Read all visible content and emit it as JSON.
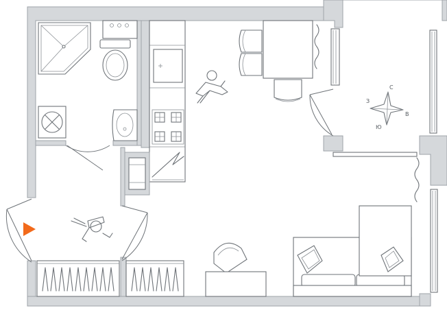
{
  "compass": {
    "north": "С",
    "east": "В",
    "south": "Ю",
    "west": "З"
  },
  "colors": {
    "wall_fill": "#d5d8db",
    "line": "#6e7378",
    "entry_marker": "#f26a1b"
  },
  "icons": {
    "entry": "entry-arrow-icon",
    "compass": "compass-rose-icon"
  }
}
